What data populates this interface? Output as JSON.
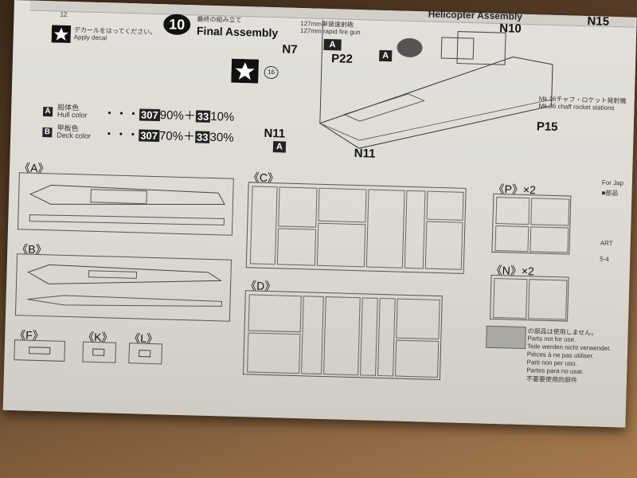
{
  "header": {
    "step_number": "10",
    "step_title_jp": "最終の組み立て",
    "step_title_en": "Final Assembly",
    "prev_step_number": "12",
    "next_step_title": "Helicopter Assembly",
    "next_step_parts": [
      "N10",
      "N15"
    ]
  },
  "decal_note": {
    "jp": "デカールをはってください。",
    "en": "Apply decal",
    "decal_number": "16"
  },
  "callouts": {
    "gun_jp": "127mm単装速射砲",
    "gun_en": "127mm rapid fire gun",
    "chaff_jp": "Mk.36チャフ・ロケット発射機",
    "chaff_en": "Mk.36 chaff rocket stations",
    "parts": [
      "N7",
      "P22",
      "N11",
      "N11",
      "P15"
    ],
    "runner_letter": "A"
  },
  "colors": [
    {
      "letter": "A",
      "jp": "船体色",
      "en": "Hull color",
      "c1": "307",
      "p1": "90%",
      "c2": "33",
      "p2": "10%"
    },
    {
      "letter": "B",
      "jp": "甲板色",
      "en": "Deck color",
      "c1": "307",
      "p1": "70%",
      "c2": "33",
      "p2": "30%"
    }
  ],
  "sprues": {
    "A": "《A》",
    "B": "《B》",
    "C": "《C》",
    "D": "《D》",
    "F": "《F》",
    "K": "《K》",
    "L": "《L》",
    "P": "《P》×2",
    "N": "《N》×2"
  },
  "not_used": {
    "jp": "の部品は使用しません。",
    "lines": [
      "Parts not for use.",
      "Teile werden nicht verwendet.",
      "Pièces à ne pas utiliser.",
      "Parti non per uso.",
      "Partes para no usar.",
      "不要要使用的部件"
    ]
  },
  "side_text": [
    "For Jap",
    "■部品",
    "ART",
    "5-4"
  ]
}
